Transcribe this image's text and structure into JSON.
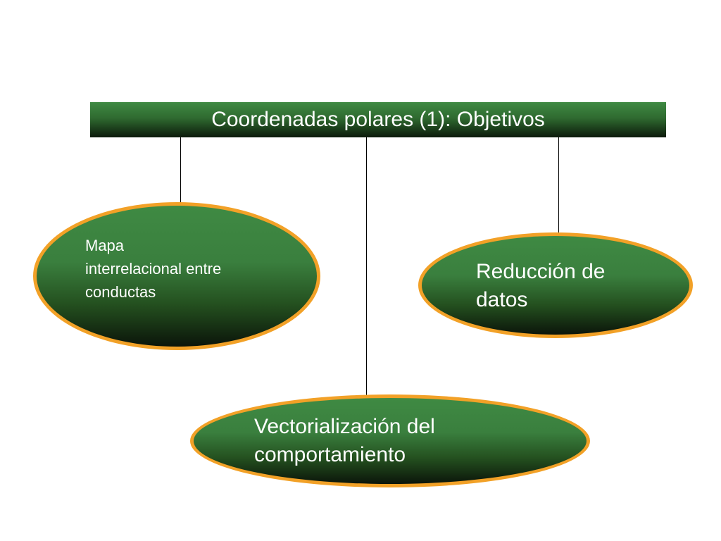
{
  "title": "Coordenadas polares (1): Objetivos",
  "nodes": {
    "left": {
      "label": "Mapa\ninterrelacional entre\nconductas"
    },
    "right": {
      "label": "Reducción de\ndatos"
    },
    "bottom": {
      "label": "Vectorialización del\ncomportamiento"
    }
  },
  "colors": {
    "fill_top": "#3f8a43",
    "fill_bottom": "#0b150a",
    "outline": "#f2a127",
    "text": "#ffffff",
    "connector": "#000000"
  }
}
